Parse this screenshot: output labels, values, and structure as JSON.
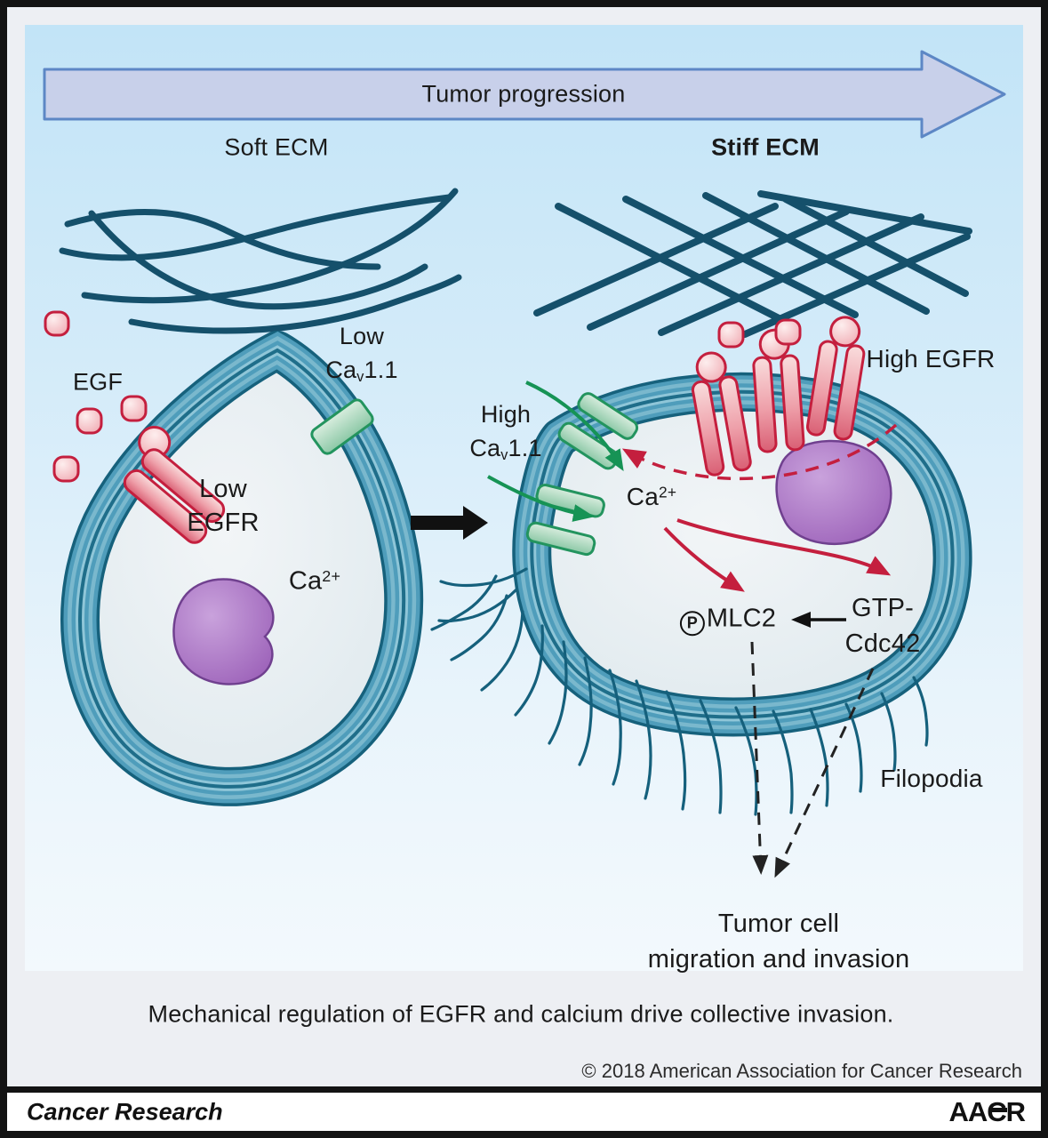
{
  "figure": {
    "progression_label": "Tumor progression",
    "soft_ecm_label": "Soft ECM",
    "stiff_ecm_label": "Stiff ECM",
    "left_cell": {
      "egf_label": "EGF",
      "egfr_line1": "Low",
      "egfr_line2": "EGFR",
      "cav_line1": "Low",
      "cav_base": "Ca",
      "cav_sub": "v",
      "cav_rest": "1.1",
      "calcium_base": "Ca",
      "calcium_sup": "2+"
    },
    "right_cell": {
      "cav_line1": "High",
      "cav_base": "Ca",
      "cav_sub": "v",
      "cav_rest": "1.1",
      "egfr_label": "High EGFR",
      "calcium_base": "Ca",
      "calcium_sup": "2+",
      "phospho": "P",
      "mlc2": "MLC2",
      "gtp_line1": "GTP-",
      "gtp_line2": "Cdc42",
      "filopodia_label": "Filopodia",
      "outcome_line1": "Tumor cell",
      "outcome_line2": "migration and invasion"
    },
    "caption": "Mechanical regulation of EGFR and calcium drive collective invasion.",
    "copyright": "© 2018 American Association for Cancer Research"
  },
  "footer": {
    "journal": "Cancer Research",
    "publisher": "AACR"
  },
  "colors": {
    "panel_blue": "#c2e4f7",
    "fiber_navy": "#15506b",
    "membrane_teal": "#4f9dbb",
    "receptor_red": "#c41f3e",
    "channel_green": "#23945e",
    "arrow_green": "#169355",
    "arrow_red": "#c41f3e",
    "nucleus_purple": "#9b60b8",
    "progression_arrow_fill": "#c8d0ea",
    "progression_arrow_stroke": "#5d87c5"
  }
}
